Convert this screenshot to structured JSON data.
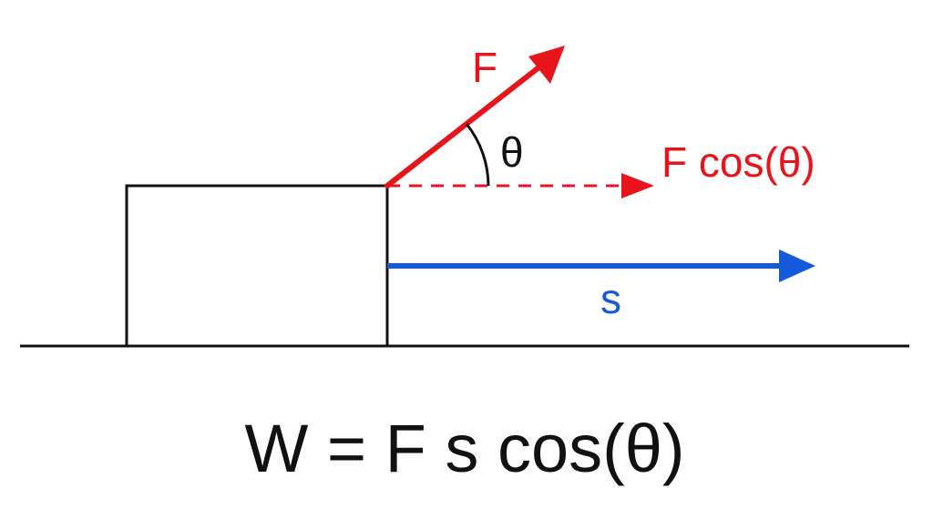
{
  "labels": {
    "force": "F",
    "angle": "θ",
    "horizontal_component": "F cos(θ)",
    "displacement": "s",
    "formula": "W = F s cos(θ)"
  },
  "colors": {
    "force": "#e8141b",
    "displacement": "#1459d9",
    "lines": "#111111",
    "background": "#ffffff"
  }
}
